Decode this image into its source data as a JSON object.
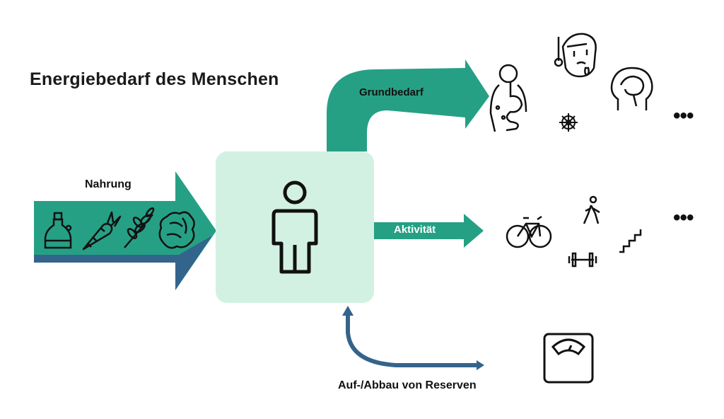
{
  "title": "Energiebedarf des Menschen",
  "labels": {
    "nahrung": "Nahrung",
    "grundbedarf": "Grundbedarf",
    "aktivitaet": "Aktivität",
    "reserven": "Auf-/Abbau von Reserven"
  },
  "ellipsis": [
    "•••",
    "•••"
  ],
  "colors": {
    "teal": "#26a085",
    "blue": "#33648c",
    "box": "#d3f1e3",
    "icon": "#111111"
  },
  "icons": {
    "inputs": [
      "oil-bottle-icon",
      "carrot-icon",
      "wheat-icon",
      "walnut-icon"
    ],
    "person": "person-icon",
    "grundbedarf": [
      "digestion-icon",
      "fever-icon",
      "brain-icon",
      "cell-icon"
    ],
    "activity": [
      "bicycle-icon",
      "walking-icon",
      "dumbbell-icon",
      "stairs-icon"
    ],
    "reserves": "scale-icon"
  }
}
